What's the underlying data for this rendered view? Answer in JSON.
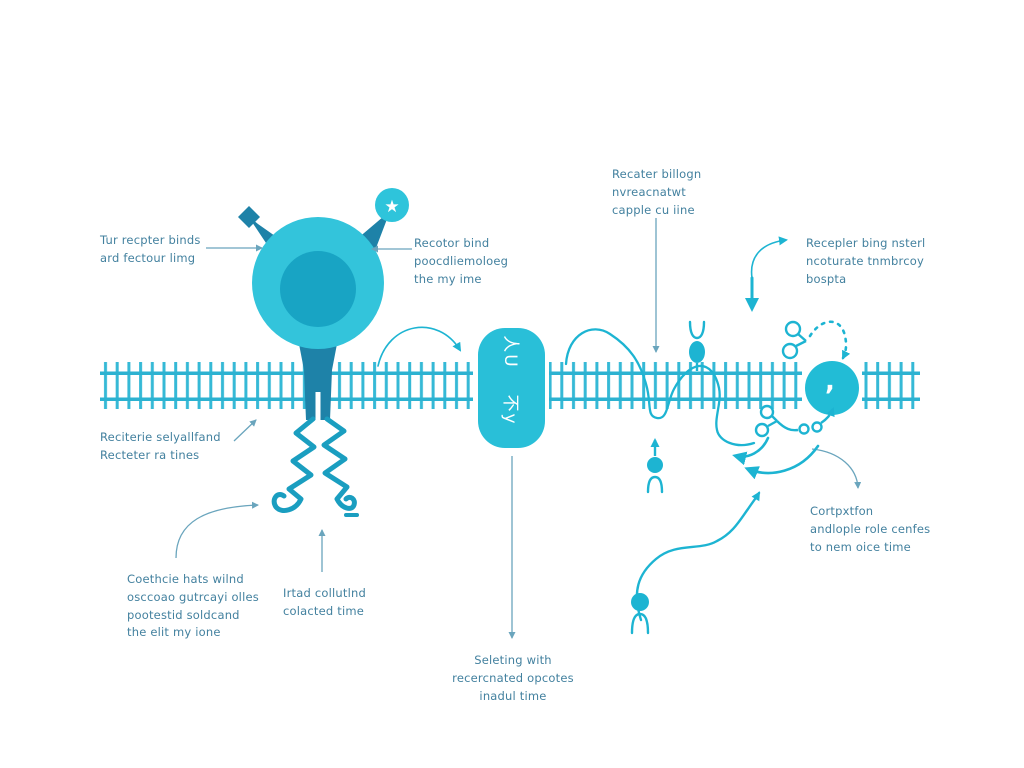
{
  "diagram": {
    "type": "receptor-signaling-pathway",
    "colors": {
      "accent_cyan": "#1db4d2",
      "light_cyan": "#2ec4db",
      "dark_teal": "#1e82a8",
      "mid_teal": "#1a9ec0",
      "membrane": "#35b9d6",
      "label_text": "#43819f",
      "thin_arrow": "#6aa5bd"
    },
    "labels": {
      "ligand_left": "Tur recpter binds\nard fectour limg",
      "ligand_right": "Recotor bind\npoocdliemoloeg\nthe my ime",
      "top_center": "Recater billogn\nnvreacnatwt\ncapple cu iine",
      "top_right": "Recepler bing nsterl\nncoturate tnmbrcoy\nbospta",
      "membrane_left": "Reciterie selyallfand\nRecteter ra tines",
      "bottom_left": "Coethcie hats wilnd\nosccoao gutrcayi olles\npootestid soldcand\nthe elit my ione",
      "bottom_mid": "Irtad collutlnd\ncolacted time",
      "bottom_center": "Seleting with\nrecercnated opcotes\ninadul time",
      "right_side": "Cortpxtfon\nandlople role cenfes\nto nem oice time"
    },
    "icons": {
      "star_char": "★",
      "vesicle_mark": ","
    },
    "channel_glyphs": {
      "top": "人U",
      "bottom": "不y"
    }
  }
}
